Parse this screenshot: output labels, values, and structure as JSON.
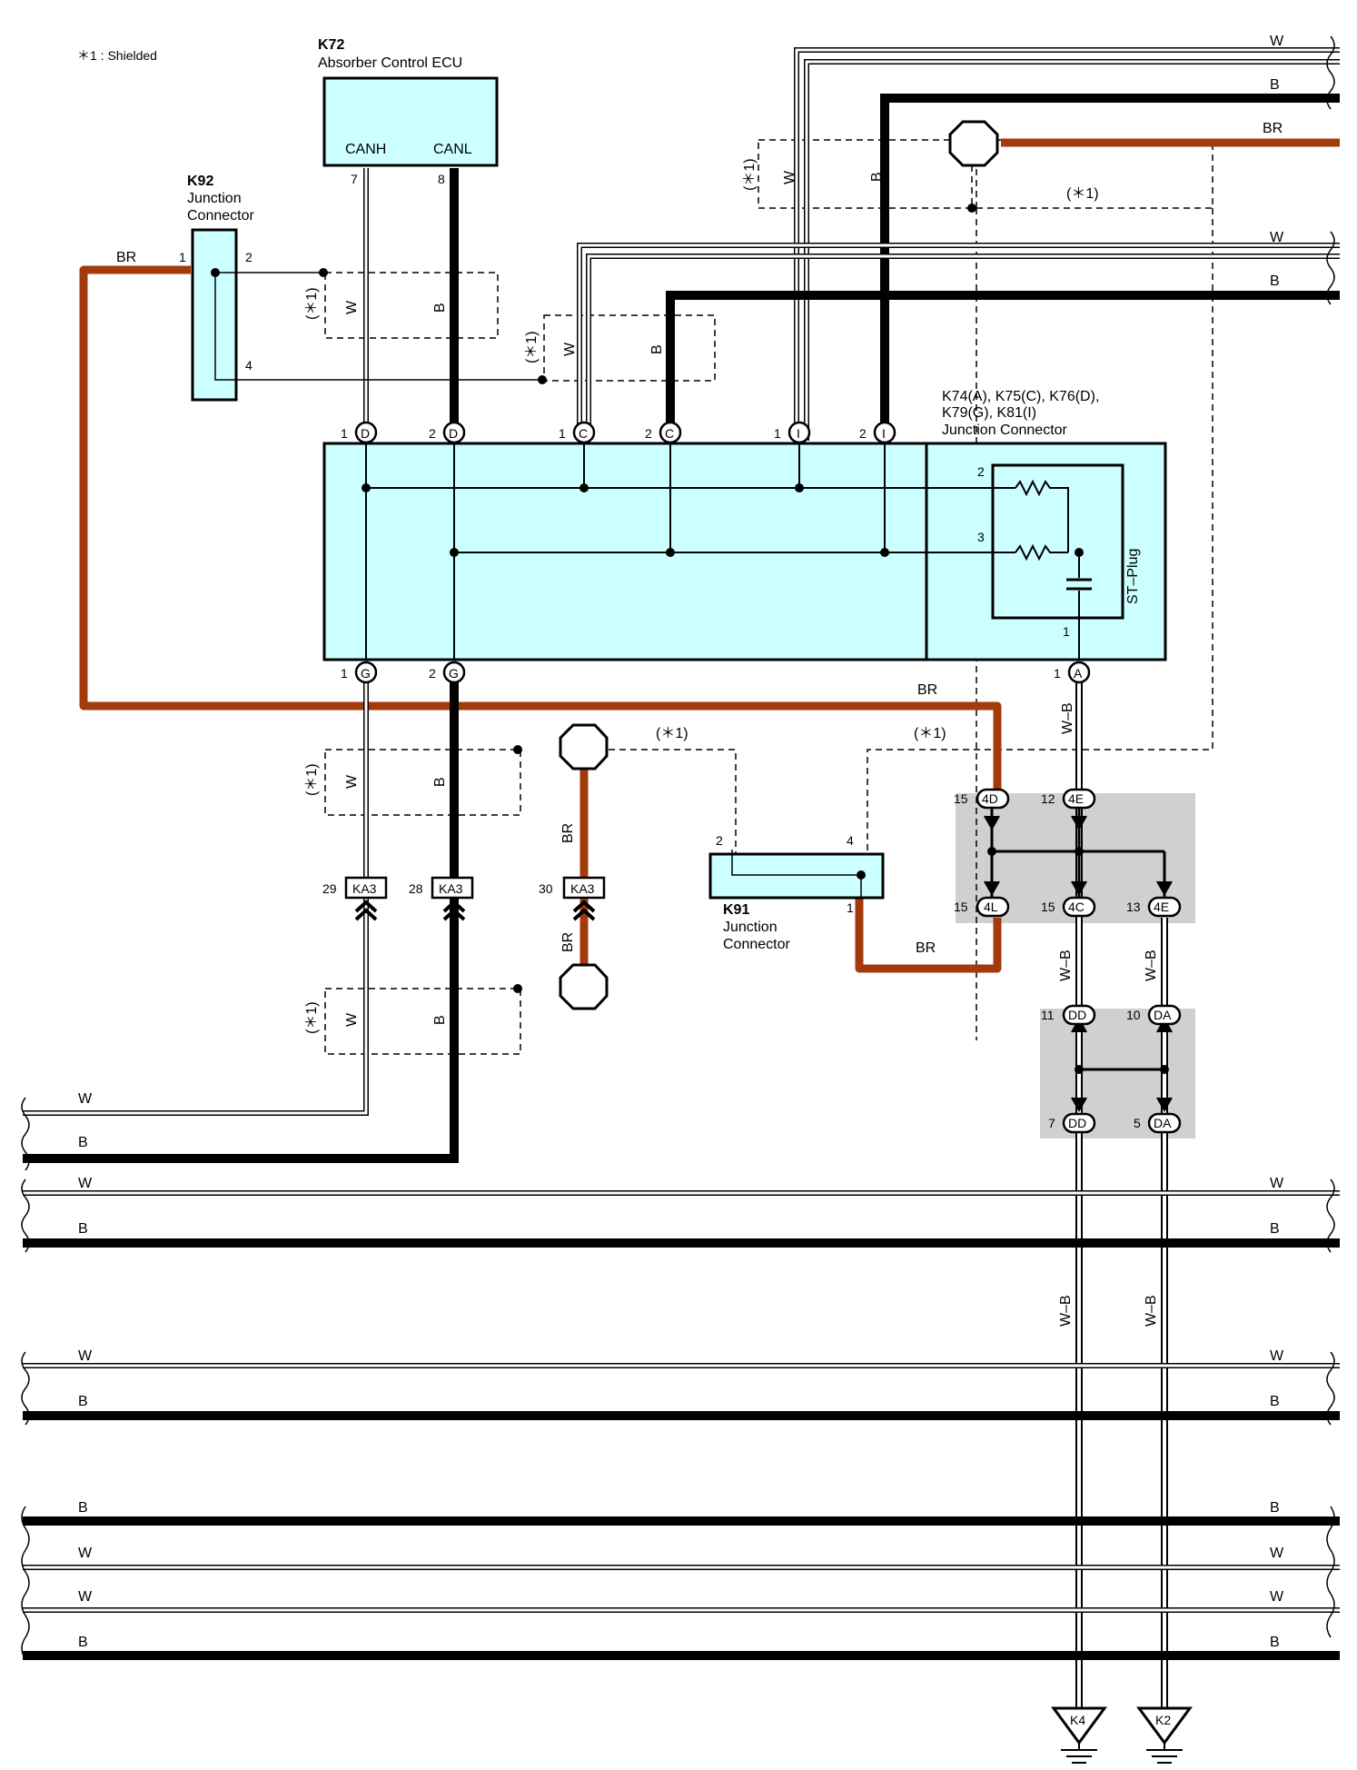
{
  "note": "＊1 : Shielded",
  "shield_label": "(＊1)",
  "ecu": {
    "id": "K72",
    "name": "Absorber Control ECU",
    "pin_canh": "CANH",
    "pin_canl": "CANL",
    "pin7": "7",
    "pin8": "8"
  },
  "k92": {
    "id": "K92",
    "name1": "Junction",
    "name2": "Connector",
    "p1": "1",
    "p2": "2",
    "p4": "4"
  },
  "k91": {
    "id": "K91",
    "name1": "Junction",
    "name2": "Connector",
    "p1": "1",
    "p2": "2",
    "p4": "4"
  },
  "jc": {
    "line1": "K74(A), K75(C), K76(D),",
    "line2": "K79(G), K81(I)",
    "line3": "Junction Connector",
    "st_plug": "ST–Plug",
    "p1": "1",
    "p2": "2",
    "p3": "3"
  },
  "connectors": {
    "D": "D",
    "C": "C",
    "I": "I",
    "G": "G",
    "A": "A",
    "n1": "1",
    "n2": "2"
  },
  "ka3": {
    "label": "KA3",
    "p29": "29",
    "p28": "28",
    "p30": "30"
  },
  "junctions": {
    "j4D": "4D",
    "j4E": "4E",
    "j4L": "4L",
    "j4C": "4C",
    "jDD": "DD",
    "jDA": "DA",
    "n15": "15",
    "n12": "12",
    "n13": "13",
    "n11": "11",
    "n10": "10",
    "n7": "7",
    "n5": "5"
  },
  "grounds": {
    "k4": "K4",
    "k2": "K2"
  },
  "wire_colors": {
    "W": "W",
    "B": "B",
    "BR": "BR",
    "WB": "W–B"
  },
  "colors": {
    "connector_fill": "#ccffff",
    "wire_brown": "#a33a0c",
    "junction_block": "#d0d0d0"
  }
}
